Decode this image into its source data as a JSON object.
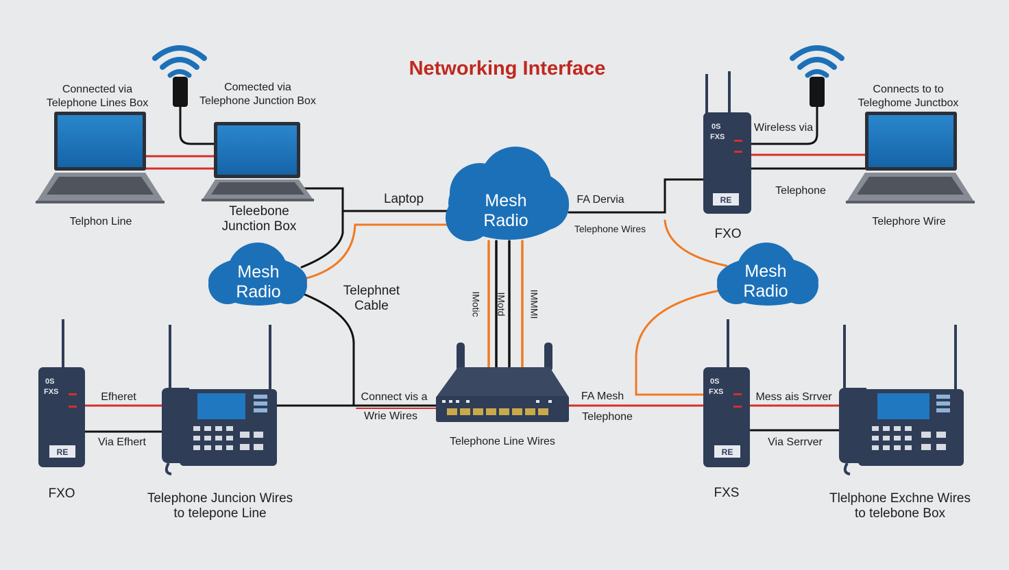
{
  "title": "Networking Interface",
  "clouds": {
    "center": [
      "Mesh",
      "Radio"
    ],
    "left": [
      "Mesh",
      "Radio"
    ],
    "right": [
      "Mesh",
      "Radio"
    ]
  },
  "labels": {
    "tl_laptop_caption": [
      "Connected via",
      "Telephone Lines Box"
    ],
    "tl_laptop_bottom": "Telphon Line",
    "tc_laptop_caption": [
      "Comected via",
      "Telephone Junction Box"
    ],
    "tc_laptop_bottom": [
      "Teleebone",
      "Junction Box"
    ],
    "laptop": "Laptop",
    "telephnet_cable": [
      "Telephnet",
      "Cable"
    ],
    "fa_device": "FA Dervia",
    "telephone_wires": "Telephone Wires",
    "wireless_via": "Wireless via",
    "telephone_r": "Telephone",
    "fxo_r": "FXO",
    "tr_laptop_caption": [
      "Connects to to",
      "Teleghome Junctbox"
    ],
    "tr_laptop_bottom": "Telephore Wire",
    "vert1": "IMotic",
    "vert2": "IMotd",
    "vert3": "IMMMI",
    "efheret": "Efheret",
    "via_efhert": "Via Efhert",
    "fxo_l": "FXO",
    "bl_phone_caption": [
      "Telephone Juncion Wires",
      "to telepone Line"
    ],
    "connect_via": "Connect vis a",
    "wrie_wires": "Wrie Wires",
    "switch_caption": "Telephone Line Wires",
    "fa_mesh": "FA Mesh",
    "telephone_c": "Telephone",
    "mess_server": "Mess ais Srrver",
    "via_server": "Via Serrver",
    "fxs": "FXS",
    "br_phone_caption": [
      "Tlelphone Exchne Wires",
      "to telebone Box"
    ]
  },
  "device_text": {
    "fxo_top_a": "0S",
    "fxo_top_b": "FXS",
    "fxo_bottom": "RE",
    "fxs_top_a": "0S",
    "fxs_top_b": "FXS",
    "fxs_bottom": "RE",
    "right_fxo_top_a": "0S",
    "right_fxo_top_b": "FXS",
    "right_fxo_bottom": "RE"
  },
  "colors": {
    "title": "#c0281f",
    "cloud": "#1c70b8",
    "device": "#2f3d57",
    "wire_red": "#d62f2a",
    "wire_orange": "#ef7a22",
    "wire_black": "#111111",
    "screen": "#1f78c0"
  }
}
